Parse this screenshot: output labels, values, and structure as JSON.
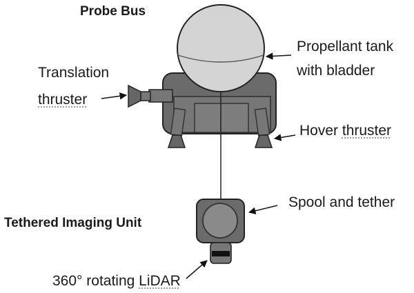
{
  "diagram": {
    "title_bus": "Probe Bus",
    "title_unit": "Tethered Imaging Unit",
    "labels": {
      "translation_line1": "Translation",
      "translation_line2": "thruster",
      "tank_line1": "Propellant tank",
      "tank_line2": "with bladder",
      "hover_prefix": "Hover ",
      "hover_word": "thruster",
      "spool": "Spool and tether",
      "lidar_prefix": "360° rotating ",
      "lidar_word": "LiDAR"
    },
    "colors": {
      "body_dark": "#6b6b6b",
      "body_mid": "#8a8a8a",
      "tank": "#d4d4d4",
      "outline": "#222222"
    }
  }
}
